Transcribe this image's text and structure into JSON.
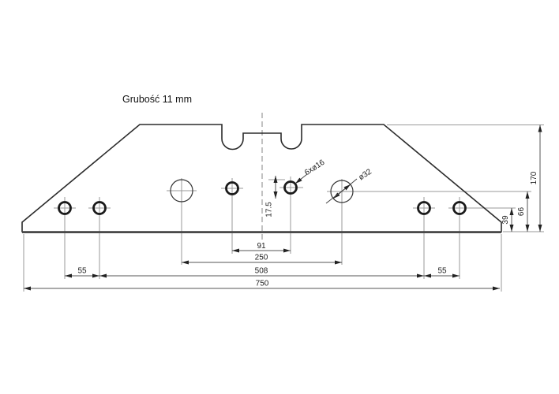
{
  "note": {
    "thickness": "Grubość 11 mm"
  },
  "hole_labels": {
    "small_holes": "6xø16",
    "large_hole": "ø32"
  },
  "dims": {
    "spacing_91": "91",
    "spacing_250": "250",
    "spacing_508": "508",
    "edge_55_left": "55",
    "edge_55_right": "55",
    "total_width": "750",
    "offset_17_5": "17.5",
    "height_39": "39",
    "height_66": "66",
    "total_height": "170"
  },
  "colors": {
    "background": "#ffffff",
    "outline": "#2b2b2b",
    "bottom_edge": "#4a4a4a",
    "dimension": "#555555",
    "extension": "#9a9a9a",
    "text": "#222222"
  }
}
